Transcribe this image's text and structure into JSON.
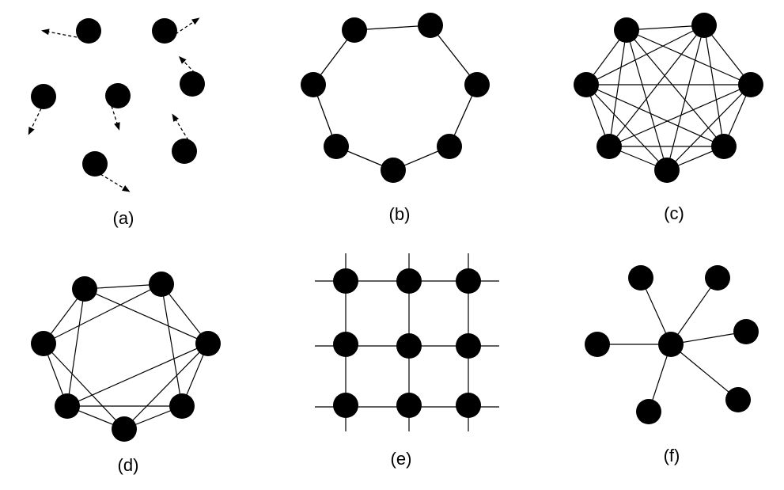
{
  "colors": {
    "node": "#000000",
    "edge": "#000000",
    "background": "#ffffff"
  },
  "panels": [
    {
      "id": "a",
      "caption": "(a)",
      "topology": "independent nodes with motion arrows"
    },
    {
      "id": "b",
      "caption": "(b)",
      "topology": "ring"
    },
    {
      "id": "c",
      "caption": "(c)",
      "topology": "fully connected"
    },
    {
      "id": "d",
      "caption": "(d)",
      "topology": "partially connected"
    },
    {
      "id": "e",
      "caption": "(e)",
      "topology": "grid"
    },
    {
      "id": "f",
      "caption": "(f)",
      "topology": "star"
    }
  ]
}
